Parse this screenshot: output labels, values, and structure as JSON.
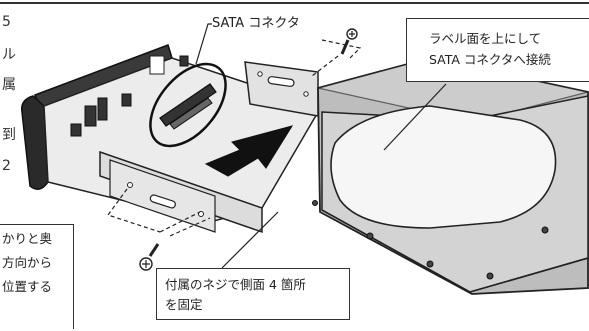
{
  "side_text": [
    "5",
    "ル",
    "属",
    "到",
    "2"
  ],
  "callouts": {
    "sata_connector": "SATA コネクタ",
    "label_up": {
      "line1": "ラベル面を上にして",
      "line2": "SATA コネクタへ接続"
    },
    "left_note": {
      "line1": "かりと奥",
      "line2": "方向から",
      "line3": "位置する"
    },
    "screw_note": {
      "line1": "付属のネジで側面 4 箇所",
      "line2": "を固定"
    }
  },
  "colors": {
    "stroke": "#222222",
    "tray_fill": "#e8e8e8",
    "drive_fill": "#b9b9b9",
    "drive_top": "#d6d6d6",
    "label_area": "#f5f5f5",
    "bezel": "#2a2a2a",
    "arrow": "#111111"
  },
  "icons": [
    "screw-icon",
    "insert-arrow-icon",
    "sata-connector-icon",
    "hard-drive-icon",
    "mounting-tray-icon"
  ]
}
